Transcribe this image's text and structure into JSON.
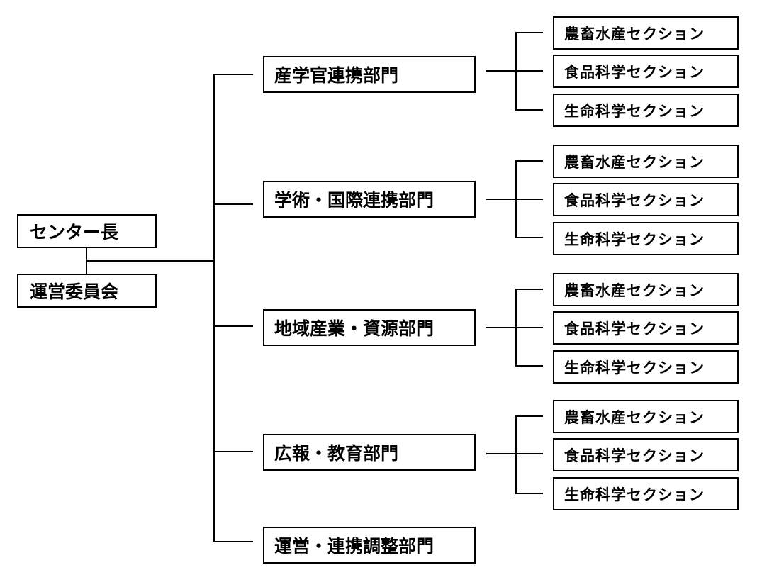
{
  "root": {
    "director": "センター長",
    "committee": "運営委員会"
  },
  "departments": [
    {
      "label": "産学官連携部門",
      "sections": [
        "農畜水産セクション",
        "食品科学セクション",
        "生命科学セクション"
      ]
    },
    {
      "label": "学術・国際連携部門",
      "sections": [
        "農畜水産セクション",
        "食品科学セクション",
        "生命科学セクション"
      ]
    },
    {
      "label": "地域産業・資源部門",
      "sections": [
        "農畜水産セクション",
        "食品科学セクション",
        "生命科学セクション"
      ]
    },
    {
      "label": "広報・教育部門",
      "sections": [
        "農畜水産セクション",
        "食品科学セクション",
        "生命科学セクション"
      ]
    },
    {
      "label": "運営・連携調整部門"
    }
  ]
}
